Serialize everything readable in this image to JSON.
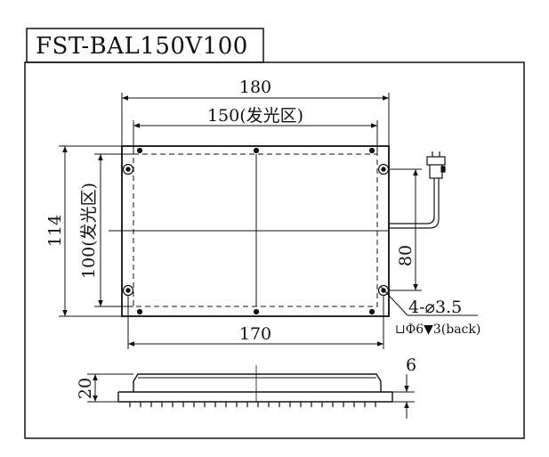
{
  "title": "FST-BAL150V100",
  "dims": {
    "width_total": "180",
    "width_emit": "150(发光区)",
    "height_total": "114",
    "height_emit": "100(发光区)",
    "hole_spacing_h": "170",
    "hole_spacing_v": "80",
    "holes": "4-⌀3.5",
    "counterbore": "⊔Φ6▼3(back)",
    "thickness": "20",
    "fin": "6"
  }
}
